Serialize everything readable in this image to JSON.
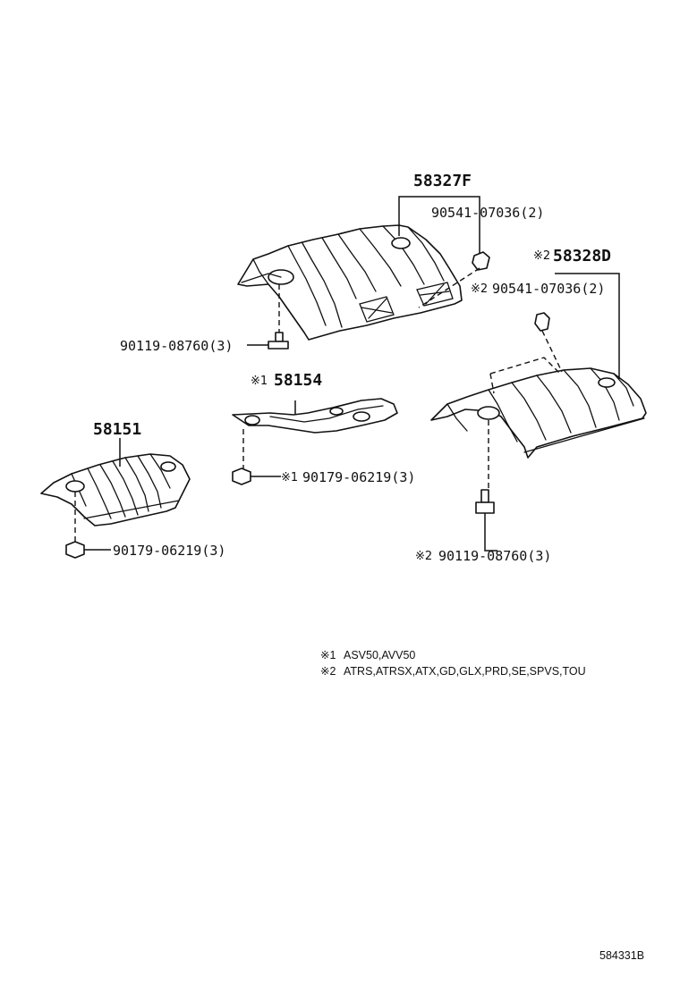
{
  "diagram": {
    "parts": {
      "p58327F": {
        "number": "58327F",
        "mark": ""
      },
      "p58328D": {
        "number": "58328D",
        "mark": "※2"
      },
      "p58154": {
        "number": "58154",
        "mark": "※1"
      },
      "p58151": {
        "number": "58151",
        "mark": ""
      }
    },
    "fasteners": {
      "f90541_top": {
        "number": "90541-07036(2)",
        "mark": ""
      },
      "f90541_right": {
        "number": "90541-07036(2)",
        "mark": "※2"
      },
      "f90119_left": {
        "number": "90119-08760(3)",
        "mark": ""
      },
      "f90179_mid": {
        "number": "90179-06219(3)",
        "mark": "※1"
      },
      "f90119_right": {
        "number": "90119-08760(3)",
        "mark": "※2"
      },
      "f90179_left": {
        "number": "90179-06219(3)",
        "mark": ""
      }
    },
    "notes": [
      {
        "mark": "※1",
        "text": "ASV50,AVV50"
      },
      {
        "mark": "※2",
        "text": "ATRS,ATRSX,ATX,GD,GLX,PRD,SE,SPVS,TOU"
      }
    ],
    "figure_id": "584331B"
  }
}
